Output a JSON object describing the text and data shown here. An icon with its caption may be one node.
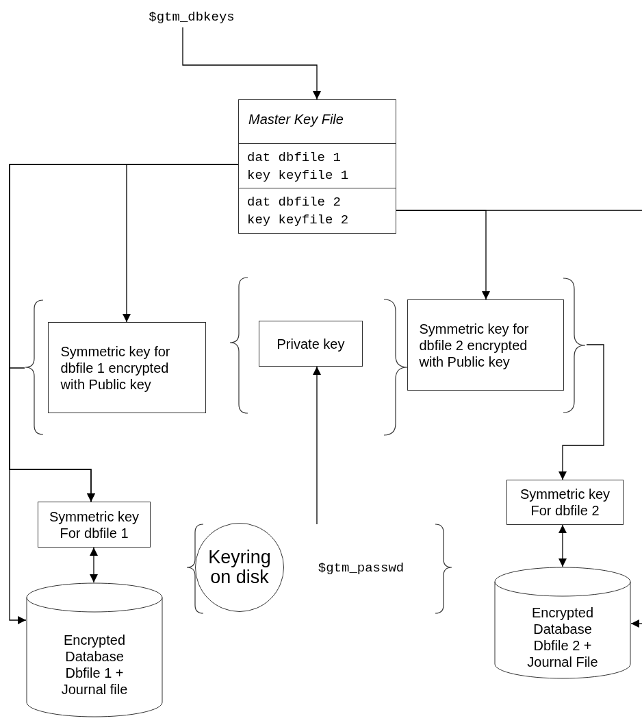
{
  "diagram": {
    "nodes": [
      {
        "text": [
          "$gtm_dbkeys"
        ]
      },
      {
        "text": [
          "Master Key File"
        ]
      },
      {
        "text": [
          "dat dbfile 1 key keyfile 1"
        ],
        "in": 1
      },
      {
        "text": [
          "dat dbfile 2 key keyfile 2"
        ],
        "in": 1
      },
      {
        "text": [],
        "shape": "brace"
      },
      {
        "text": [
          "Symmetric key for dbfile 1 encrypted with Public key"
        ]
      },
      {
        "text": [
          "Private key"
        ]
      },
      {
        "text": [
          "Symmetric key for dbfile 2 encrypted with Public key"
        ]
      },
      {
        "text": [],
        "shape": "brace"
      },
      {
        "text": [
          "Symmetric key For dbfile 1"
        ]
      },
      {
        "text": [
          "Symmetric key For dbfile 2"
        ]
      },
      {
        "text": [
          "Keyring on disk"
        ]
      },
      {
        "text": [
          "$gtm_passwd"
        ]
      },
      {
        "text": [
          "Encrypted Database Dbfile 1 + Journal file"
        ]
      },
      {
        "text": [
          "Encrypted Database Dbfile 2 + Journal File"
        ]
      }
    ],
    "edges": [
      {
        "from": 0,
        "to": 1,
        "arrow": "to"
      },
      {
        "from": 2,
        "to": 5,
        "arrow": "to"
      },
      {
        "from": 2,
        "to": 9,
        "arrow": "to"
      },
      {
        "from": 2,
        "to": 13,
        "arrow": "to"
      },
      {
        "from": 4,
        "to": 9,
        "arrow": "to"
      },
      {
        "from": 3,
        "to": 7,
        "arrow": "to"
      },
      {
        "from": 8,
        "to": 10,
        "arrow": "to"
      },
      {
        "from": 3,
        "to": null,
        "arrow": "none"
      },
      {
        "from": null,
        "to": 14,
        "arrow": "to"
      },
      {
        "from": 12,
        "to": 6,
        "arrow": "to"
      },
      {
        "from": 9,
        "to": 13,
        "arrow": "both"
      },
      {
        "from": 10,
        "to": 14,
        "arrow": "both"
      }
    ]
  }
}
